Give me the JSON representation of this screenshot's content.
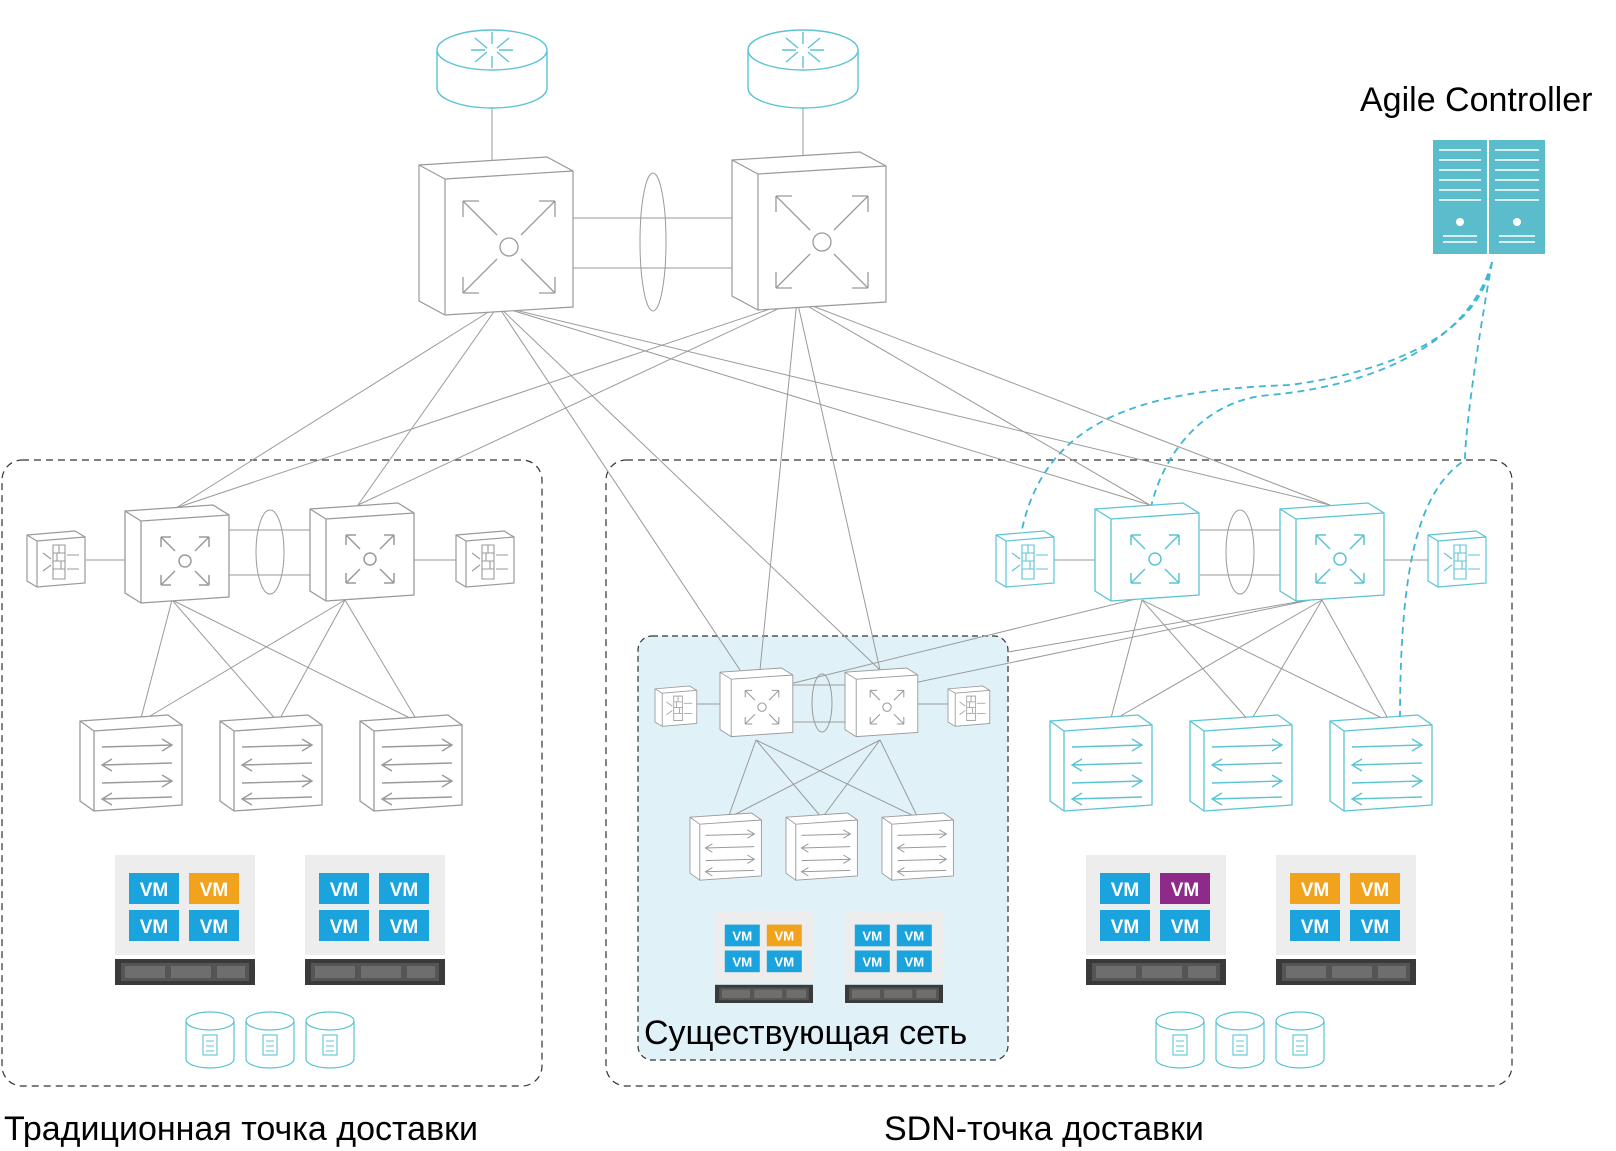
{
  "labels": {
    "controller": "Agile Controller",
    "existing_network": "Существующая сеть",
    "traditional_pod": "Традиционная точка доставки",
    "sdn_pod": "SDN-точка доставки"
  },
  "vm_label": "VM",
  "colors": {
    "gray_device": "#9a9a9a",
    "teal_device": "#5bc4d4",
    "controller": "#5bbccc",
    "vm_blue": "#1aa3dd",
    "vm_orange": "#f2a31d",
    "vm_purple": "#8e2a8a",
    "existing_fill": "#e0f2f7",
    "dashed_link": "#3cb6d2"
  },
  "vm_groups": [
    {
      "pod": "traditional",
      "colors": [
        "blue",
        "orange",
        "blue",
        "blue"
      ]
    },
    {
      "pod": "traditional",
      "colors": [
        "blue",
        "blue",
        "blue",
        "blue"
      ]
    },
    {
      "pod": "existing",
      "colors": [
        "blue",
        "orange",
        "blue",
        "blue"
      ]
    },
    {
      "pod": "existing",
      "colors": [
        "blue",
        "blue",
        "blue",
        "blue"
      ]
    },
    {
      "pod": "sdn",
      "colors": [
        "blue",
        "purple",
        "blue",
        "blue"
      ]
    },
    {
      "pod": "sdn",
      "colors": [
        "orange",
        "orange",
        "blue",
        "blue"
      ]
    }
  ]
}
